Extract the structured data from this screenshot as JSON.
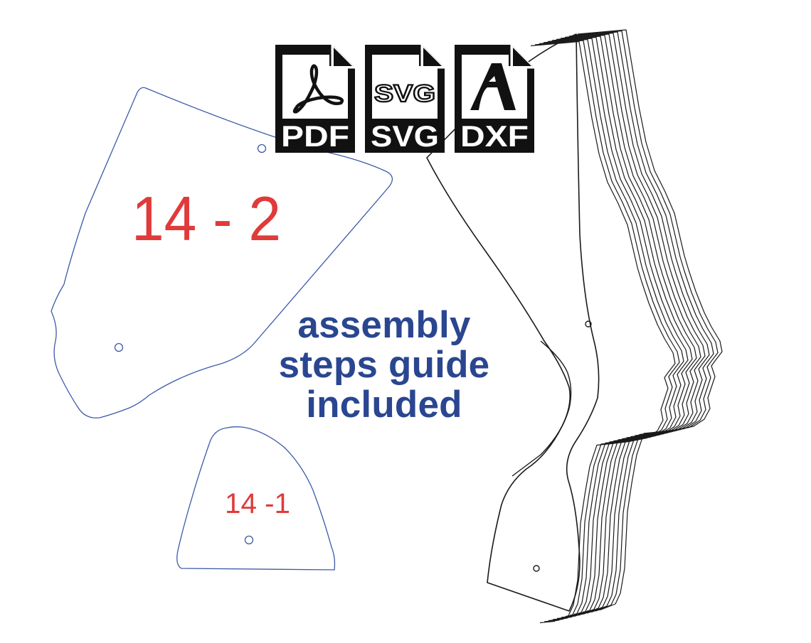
{
  "parts": [
    {
      "label": "14 - 2"
    },
    {
      "label": "14 -1"
    }
  ],
  "formats": [
    {
      "name": "PDF",
      "icon": "adobe-acrobat-icon"
    },
    {
      "name": "SVG",
      "icon": "svg-icon",
      "emblem": "SVG"
    },
    {
      "name": "DXF",
      "icon": "autodesk-icon"
    }
  ],
  "tagline": {
    "line1": "assembly",
    "line2": "steps guide",
    "line3": "included"
  },
  "colors": {
    "outline": "#3c5aa8",
    "part_label": "#e03a3a",
    "tagline": "#2a4690",
    "badge": "#111111",
    "sculpture": "#1a1a1a"
  }
}
